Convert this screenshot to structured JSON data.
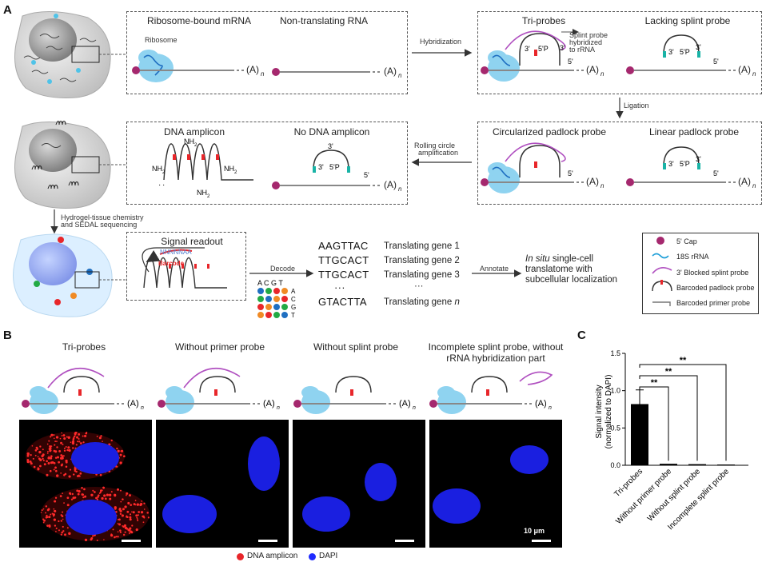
{
  "panel_a": {
    "letter": "A",
    "row1": {
      "left_titles": [
        "Ribosome-bound mRNA",
        "Non-translating RNA"
      ],
      "ribosome_label": "Ribosome",
      "polyA": "(A)",
      "polyA_sub": "n",
      "hybridization": "Hybridization",
      "right_titles": [
        "Tri-probes",
        "Lacking splint probe"
      ],
      "splint_note": [
        "Splint probe",
        "hybridized",
        "to rRNA"
      ],
      "ends": [
        "3'",
        "5'P",
        "3'",
        "5'"
      ]
    },
    "ligation": "Ligation",
    "row2": {
      "left_titles": [
        "DNA amplicon",
        "No DNA amplicon"
      ],
      "nh2": "NH",
      "nh2_sub": "2",
      "rca": [
        "Rolling circle",
        "amplification"
      ],
      "right_titles": [
        "Circularized padlock probe",
        "Linear padlock probe"
      ]
    },
    "row3": {
      "hydrogel": [
        "Hydrogel-tissue chemistry",
        "and SEDAL sequencing"
      ],
      "signal_readout": "Signal readout",
      "barcode_seq": "NNNNNAA",
      "barcode": "Barcode",
      "grid_cols": "A C G T",
      "grid_rows": [
        "A",
        "C",
        "G",
        "T"
      ],
      "decode": "Decode",
      "codes": [
        "AAGTTAC",
        "TTGCACT",
        "TTGCACT",
        "···",
        "GTACTTA"
      ],
      "genes": [
        "Translating gene 1",
        "Translating gene 2",
        "Translating gene 3",
        "···",
        "Translating gene "
      ],
      "gene_n": "n",
      "annotate": "Annotate",
      "result_italic": "In situ",
      "result_lines": [
        " single-cell",
        "translatome with",
        "subcellular localization"
      ]
    },
    "legend": [
      "5' Cap",
      "18S rRNA",
      "3' Blocked splint probe",
      "Barcoded padlock probe",
      "Barcoded primer probe"
    ]
  },
  "panel_b": {
    "letter": "B",
    "conditions": [
      [
        "Tri-probes"
      ],
      [
        "Without primer probe"
      ],
      [
        "Without splint probe"
      ],
      [
        "Incomplete splint probe, without",
        "rRNA hybridization part"
      ]
    ],
    "scale": "10 μm",
    "legend": [
      "DNA amplicon",
      "DAPI"
    ],
    "colors": {
      "amplicon": "#e8262a",
      "dapi": "#1f2bff"
    }
  },
  "panel_c": {
    "letter": "C",
    "chart_data": {
      "type": "bar",
      "categories": [
        "Tri-probes",
        "Without primer probe",
        "Without splint probe",
        "Incomplete splint probe"
      ],
      "values": [
        0.82,
        0.02,
        0.015,
        0.01
      ],
      "errors": [
        0.19,
        0.005,
        0.004,
        0.003
      ],
      "ylabel": "Signal intensity\n(normalized to DAPI)",
      "ylabel_lines": [
        "Signal intensity",
        "(normalized to DAPI)"
      ],
      "ylim": [
        0,
        1.5
      ],
      "yticks": [
        "0.0",
        "0.5",
        "1.0",
        "1.5"
      ],
      "significance": [
        "**",
        "**",
        "**"
      ],
      "bar_color": "#000000"
    }
  }
}
